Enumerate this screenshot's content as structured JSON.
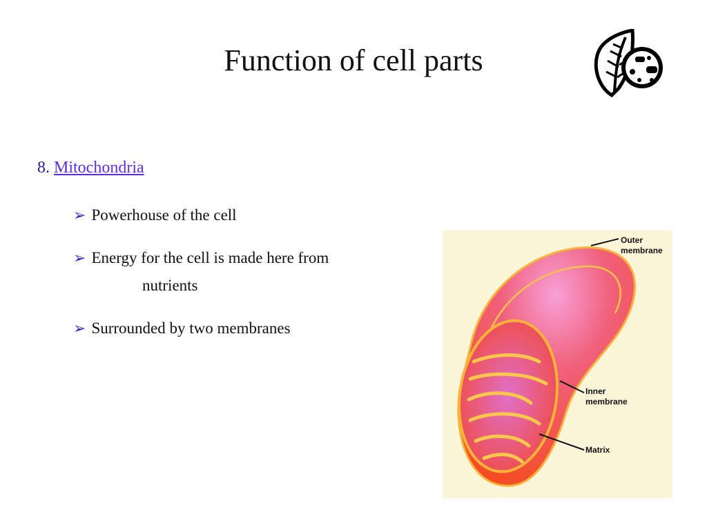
{
  "slide": {
    "title": "Function of cell parts",
    "section": {
      "number": "8.",
      "link": "Mitochondria"
    },
    "bullets": [
      {
        "text": "Powerhouse of the cell"
      },
      {
        "text": "Energy for the cell is made here from",
        "continuation": "nutrients"
      },
      {
        "text": "Surrounded by two membranes"
      }
    ],
    "bullet_glyph": "➢",
    "logo_icon": "leaf-cell-icon",
    "figure": {
      "labels": {
        "outer_1": "Outer",
        "outer_2": "membrane",
        "inner_1": "Inner",
        "inner_2": "membrane",
        "matrix": "Matrix"
      }
    }
  },
  "colors": {
    "accent": "#4b1fc8",
    "link": "#5b2be0"
  }
}
